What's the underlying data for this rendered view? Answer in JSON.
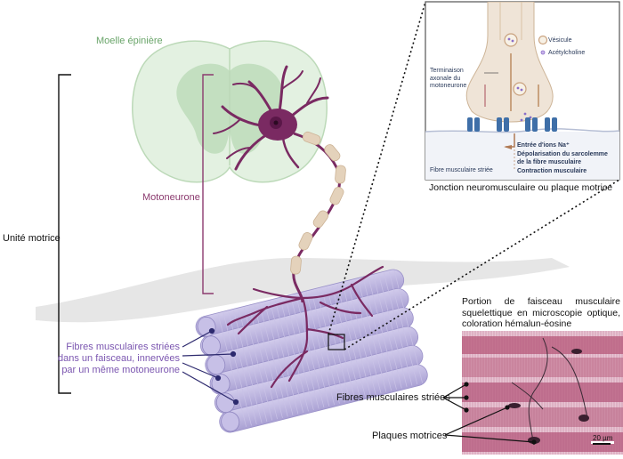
{
  "labels": {
    "spinal_cord": "Moelle épinière",
    "motoneuron": "Motoneurone",
    "motor_unit": "Unité motrice",
    "fibers_in_bundle": "Fibres musculaires striées dans un faisceau, innervées par un même motoneurone",
    "junction_title": "Jonction neuromusculaire ou plaque motrice",
    "micro_caption": "Portion de faisceau musculaire squelettique en microscopie optique, coloration hémalun-éosine",
    "striated_fibers": "Fibres musculaires striées",
    "motor_plates": "Plaques motrices",
    "scale_bar": "20 µm"
  },
  "inset": {
    "vesicle": "Vésicule",
    "acetylcholine": "Acétylcholine",
    "axon_terminal": "Terminaison axonale du motoneurone",
    "na_entry": "Entrée d'ions Na⁺",
    "depolarization": "Dépolarisation du sarcolemme de la fibre musculaire",
    "contraction": "Contraction musculaire",
    "fiber": "Fibre musculaire striée"
  },
  "colors": {
    "spinal_cord": "#d8ebd6",
    "neuron": "#7a2a62",
    "myelin": "#e2cfb8",
    "muscle": "#b9b2dd",
    "inset_border": "#555555",
    "micro_pink": "#c77f9a"
  }
}
